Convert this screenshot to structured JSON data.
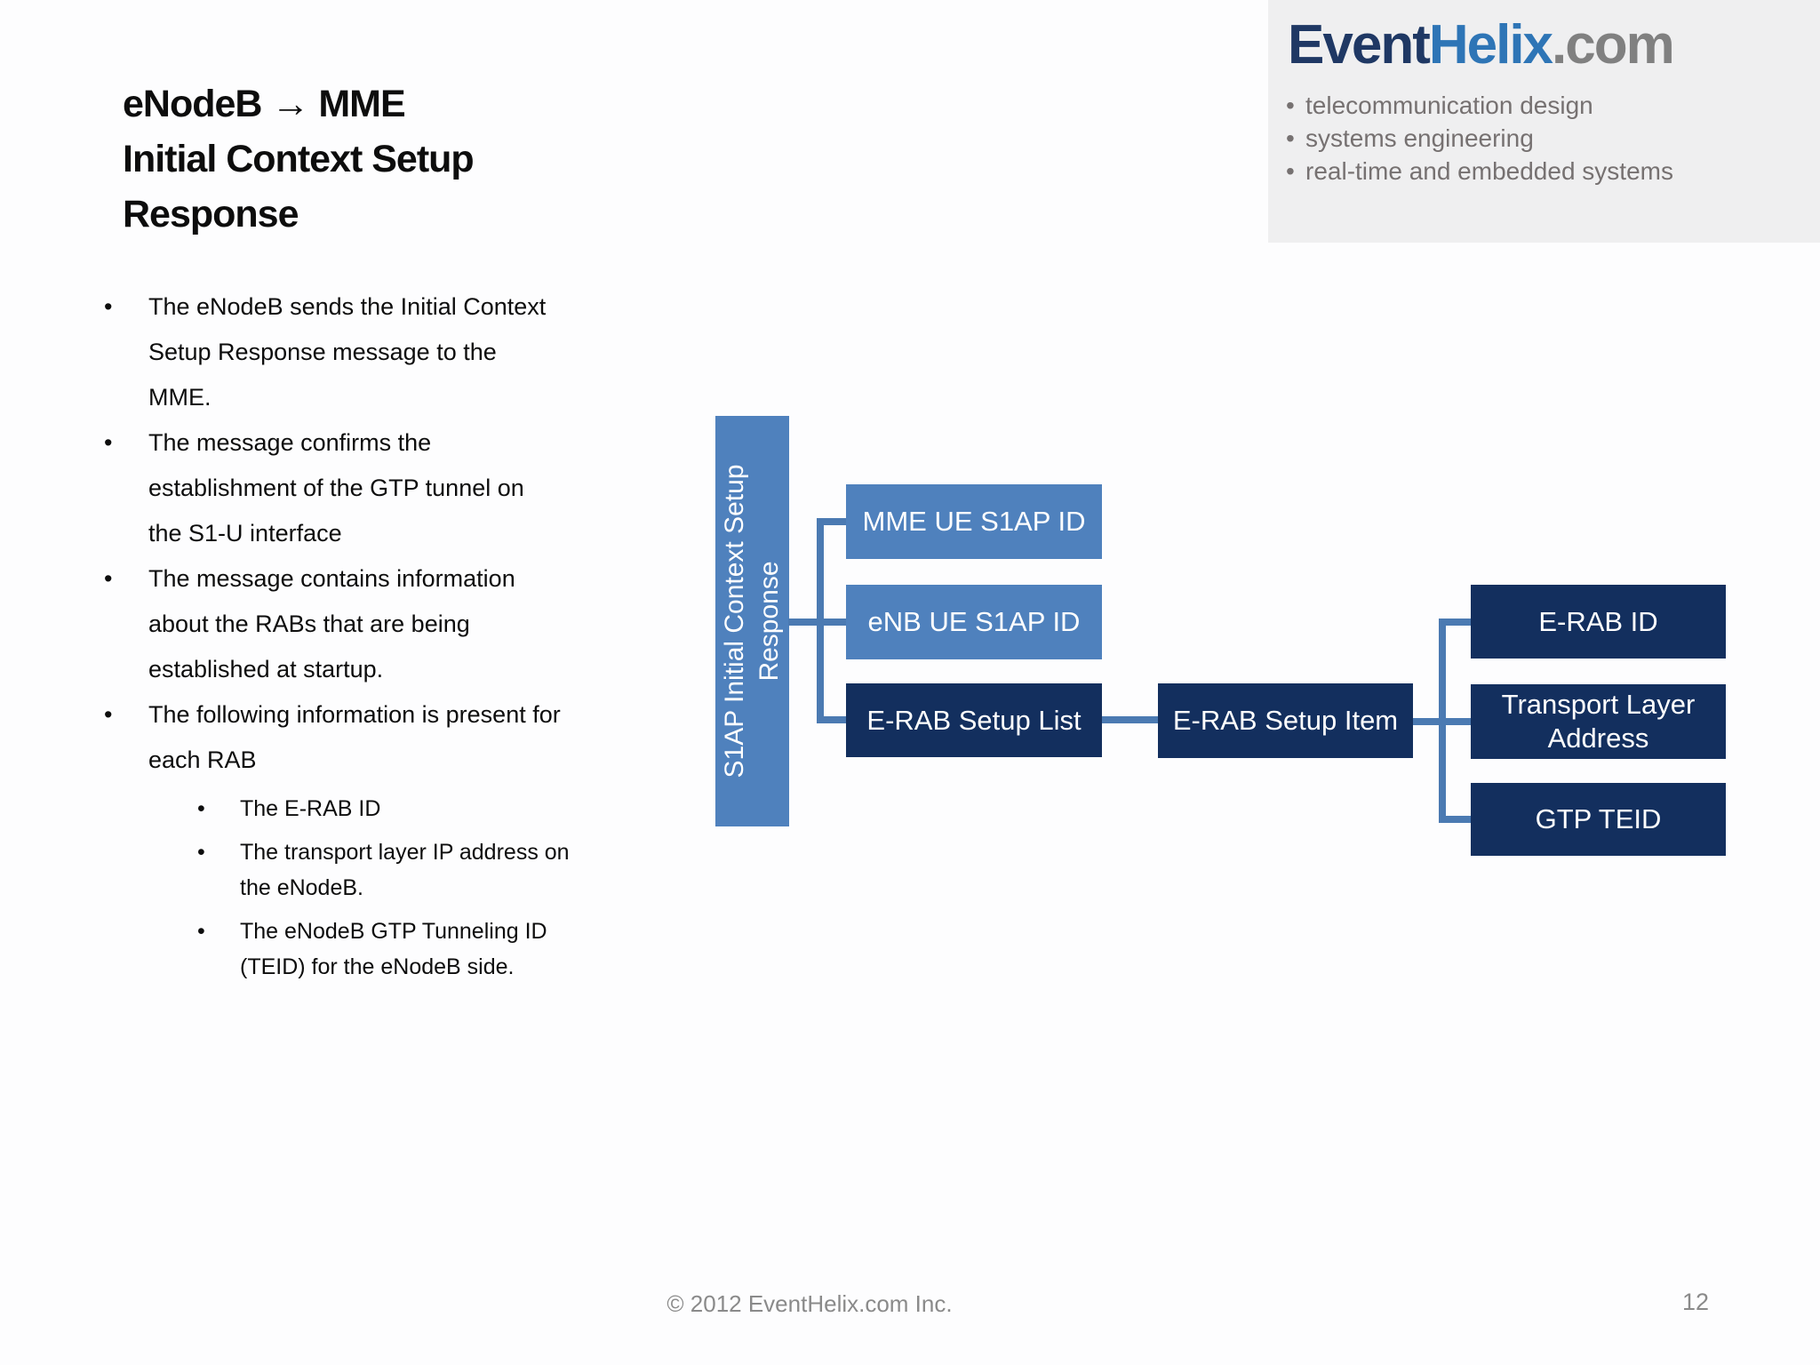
{
  "title": {
    "line1": "eNodeB → MME",
    "line2": "Initial Context Setup",
    "line3": "Response"
  },
  "brand": {
    "logo_event": "Event",
    "logo_helix": "Helix",
    "logo_com": ".com",
    "taglines": [
      "telecommunication design",
      "systems engineering",
      "real-time and embedded systems"
    ]
  },
  "list_style": {
    "bullet_char": "•"
  },
  "bullets": [
    {
      "text": "The eNodeB sends the Initial Context Setup Response message to the MME."
    },
    {
      "text": "The message confirms the establishment of the GTP tunnel on the S1-U interface"
    },
    {
      "text": "The message contains information about the RABs that are being established at startup."
    },
    {
      "text": "The following information is present for each RAB",
      "sub": [
        "The E-RAB ID",
        "The transport layer IP address on the eNodeB.",
        "The eNodeB GTP  Tunneling ID (TEID) for  the eNodeB side."
      ]
    }
  ],
  "diagram": {
    "root": {
      "line1": "S1AP Initial Context Setup",
      "line2": "Response"
    },
    "nodes": {
      "mme_ue_s1ap_id": "MME UE S1AP ID",
      "enb_ue_s1ap_id": "eNB UE S1AP ID",
      "erab_setup_list": "E-RAB Setup List",
      "erab_setup_item": "E-RAB Setup Item",
      "erab_id": "E-RAB ID",
      "transport_layer_address": "Transport Layer Address",
      "gtp_teid": "GTP TEID"
    }
  },
  "colors": {
    "accent_blue": "#4f81bd",
    "dark_navy": "#132f5e",
    "connector_blue": "#4b7ab2",
    "logo_event_navy": "#1f3864",
    "logo_helix_blue": "#2e75b6",
    "logo_com_gray": "#808080",
    "panel_bg": "#efeff0",
    "tagline_gray": "#767171",
    "footer_gray": "#8a8a8a"
  },
  "footer": {
    "copyright": "© 2012 EventHelix.com Inc.",
    "page_number": "12"
  }
}
